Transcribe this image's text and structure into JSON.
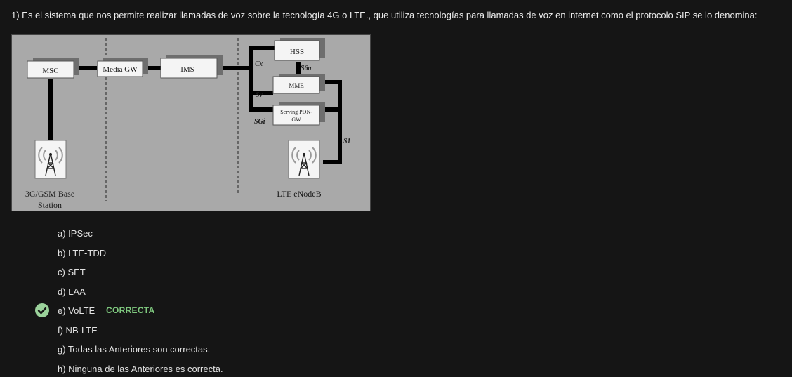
{
  "question": {
    "text": "1) Es el sistema que nos permite realizar llamadas de voz sobre la tecnología 4G o LTE., que utiliza tecnologías para llamadas de voz en internet como el protocolo SIP se lo denomina:"
  },
  "diagram": {
    "nodes": {
      "msc": "MSC",
      "media_gw": "Media GW",
      "ims": "IMS",
      "hss": "HSS",
      "mme": "MME",
      "serving_gw_line1": "Serving PDN-",
      "serving_gw_line2": "GW"
    },
    "interfaces": {
      "cx": "Cx",
      "s6a": "S6a",
      "sv": "Sv",
      "sgi": "SGi",
      "s1": "S1"
    },
    "stations": {
      "base_line1": "3G/GSM Base",
      "base_line2": "Station",
      "enodeb": "LTE eNodeB"
    }
  },
  "options": [
    {
      "label": "a) IPSec"
    },
    {
      "label": "b) LTE-TDD"
    },
    {
      "label": "c) SET"
    },
    {
      "label": "d) LAA"
    },
    {
      "label": "e) VoLTE",
      "correct": true
    },
    {
      "label": "f) NB-LTE"
    },
    {
      "label": "g) Todas las Anteriores son correctas."
    },
    {
      "label": "h) Ninguna de las Anteriores es correcta."
    }
  ],
  "correct_badge": "CORRECTA",
  "colors": {
    "background": "#151515",
    "correct_green": "#7fc97f",
    "diagram_bg": "#a9a9a9"
  }
}
